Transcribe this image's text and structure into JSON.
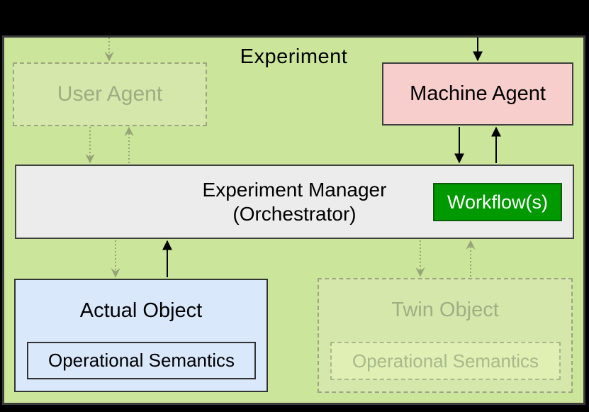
{
  "diagram": {
    "title": "Experiment",
    "nodes": {
      "user_agent": {
        "label": "User Agent",
        "faded": true
      },
      "machine_agent": {
        "label": "Machine Agent",
        "fill": "#f8cecc"
      },
      "experiment_manager": {
        "line1": "Experiment Manager",
        "line2": "(Orchestrator)",
        "fill": "#ececec"
      },
      "workflows": {
        "label": "Workflow(s)",
        "fill": "#009900",
        "text_color": "#ffffff"
      },
      "actual_object": {
        "label": "Actual Object",
        "inner_label": "Operational Semantics",
        "fill": "#dae8fc"
      },
      "twin_object": {
        "label": "Twin Object",
        "inner_label": "Operational Semantics",
        "faded": true
      }
    },
    "colors": {
      "canvas_background": "#000000",
      "container_fill": "#cbe59a",
      "container_border": "#3c3c3c",
      "solid_edge": "#000000",
      "dotted_edge": "#96a378"
    },
    "edges": [
      {
        "from": "outside-top",
        "to": "user_agent",
        "style": "dotted"
      },
      {
        "from": "outside-top",
        "to": "machine_agent",
        "style": "solid"
      },
      {
        "from": "user_agent",
        "to": "experiment_manager",
        "style": "dotted"
      },
      {
        "from": "experiment_manager",
        "to": "user_agent",
        "style": "dotted"
      },
      {
        "from": "machine_agent",
        "to": "experiment_manager",
        "style": "solid"
      },
      {
        "from": "experiment_manager",
        "to": "machine_agent",
        "style": "solid"
      },
      {
        "from": "experiment_manager",
        "to": "actual_object",
        "style": "dotted"
      },
      {
        "from": "actual_object",
        "to": "experiment_manager",
        "style": "solid"
      },
      {
        "from": "experiment_manager",
        "to": "twin_object",
        "style": "dotted"
      },
      {
        "from": "twin_object",
        "to": "experiment_manager",
        "style": "dotted"
      }
    ]
  }
}
